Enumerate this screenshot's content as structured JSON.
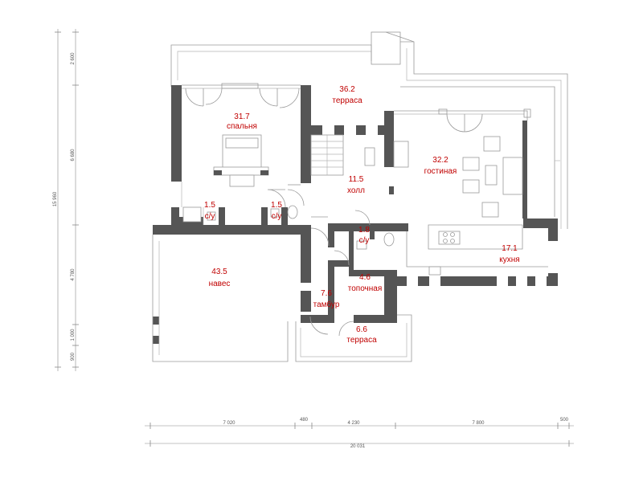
{
  "plan": {
    "colors": {
      "wall": "#555555",
      "label": "#c00000",
      "line": "#9a9a9a",
      "background": "#ffffff"
    },
    "rooms": [
      {
        "id": "bedroom",
        "area": "31.7",
        "name": "спальня"
      },
      {
        "id": "terrace-top",
        "area": "36.2",
        "name": "терраса"
      },
      {
        "id": "living",
        "area": "32.2",
        "name": "гостиная"
      },
      {
        "id": "hall",
        "area": "11.5",
        "name": "холл"
      },
      {
        "id": "wc-1",
        "area": "1.5",
        "name": "с/у"
      },
      {
        "id": "wc-2",
        "area": "1.5",
        "name": "с/у"
      },
      {
        "id": "wc-3",
        "area": "1.8",
        "name": "с/у"
      },
      {
        "id": "canopy",
        "area": "43.5",
        "name": "навес"
      },
      {
        "id": "boiler",
        "area": "4.6",
        "name": "топочная"
      },
      {
        "id": "kitchen",
        "area": "17.1",
        "name": "кухня"
      },
      {
        "id": "vestibule",
        "area": "7.6",
        "name": "тамбур"
      },
      {
        "id": "terrace-bottom",
        "area": "6.6",
        "name": "терраса"
      }
    ],
    "dims_bottom": [
      "7 020",
      "480",
      "4 230",
      "7 800",
      "500"
    ],
    "dim_bottom_total": "20 031",
    "dims_left": [
      "2 600",
      "6 680",
      "4 780",
      "1 000",
      "900"
    ],
    "dim_left_total": "15 960"
  }
}
